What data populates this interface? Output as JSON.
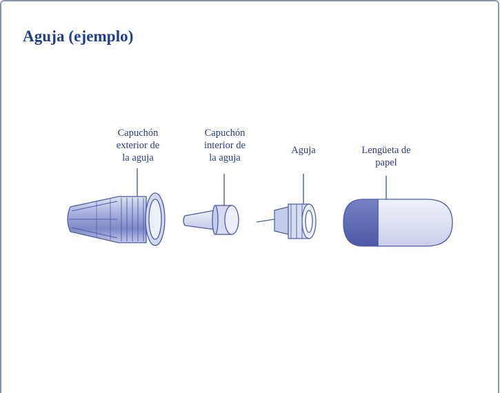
{
  "title": "Aguja (ejemplo)",
  "labels": {
    "outer_cap": "Capuchón\nexterior de\nla aguja",
    "inner_cap": "Capuchón\ninterior de\nla aguja",
    "needle": "Aguja",
    "paper_tab": "Lengüeta de\npapel"
  },
  "colors": {
    "title": "#1c3f8e",
    "label": "#2a3a86",
    "outline": "#4b5aa8",
    "fill_light": "#e4e7f5",
    "fill_mid": "#b9c0e4",
    "fill_dark": "#5d6ab4"
  }
}
